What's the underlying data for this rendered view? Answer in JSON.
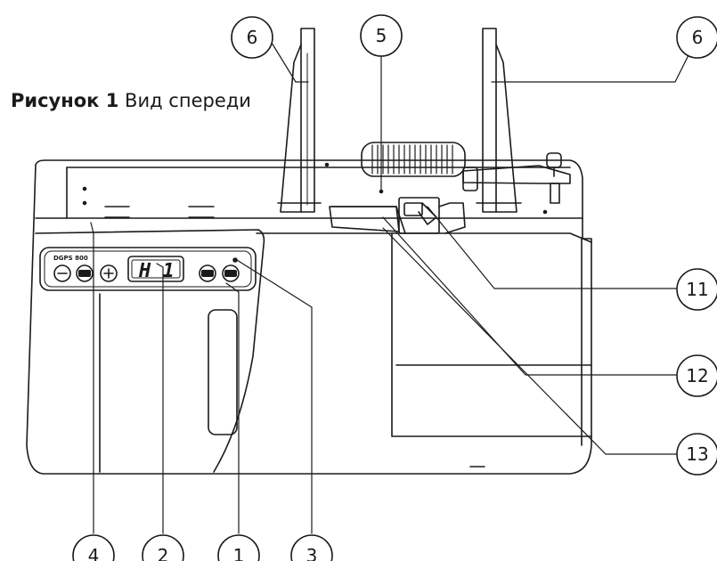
{
  "figure": {
    "caption_bold": "Рисунок 1",
    "caption_text": "Вид спереди"
  },
  "device": {
    "display_text": "H 1",
    "brand_text": "DGPS 800"
  },
  "callouts": [
    {
      "id": "4",
      "label": "4"
    },
    {
      "id": "2",
      "label": "2"
    },
    {
      "id": "1",
      "label": "1"
    },
    {
      "id": "3",
      "label": "3"
    },
    {
      "id": "6a",
      "label": "6"
    },
    {
      "id": "5",
      "label": "5"
    },
    {
      "id": "6b",
      "label": "6"
    },
    {
      "id": "11",
      "label": "11"
    },
    {
      "id": "12",
      "label": "12"
    },
    {
      "id": "13",
      "label": "13"
    }
  ]
}
